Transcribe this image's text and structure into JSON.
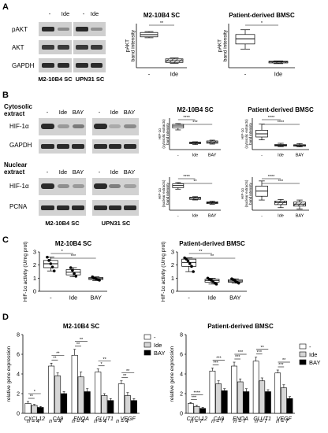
{
  "panels": {
    "A": {
      "letter": "A",
      "blot_cols": [
        "-",
        "Ide",
        "-",
        "Ide"
      ],
      "blot_rows": [
        "pAKT",
        "AKT",
        "GAPDH"
      ],
      "cell_lines": [
        "M2-10B4 SC",
        "UPN31 SC"
      ]
    },
    "B": {
      "letter": "B",
      "cyto_label": [
        "Cytosolic",
        "extract"
      ],
      "nuc_label": [
        "Nuclear",
        "extract"
      ],
      "blot_cols": [
        "-",
        "Ide",
        "BAY",
        "-",
        "Ide",
        "BAY"
      ],
      "cyto_rows": [
        "HIF-1α",
        "GAPDH"
      ],
      "nuc_rows": [
        "HIF-1α",
        "PCNA"
      ],
      "cell_lines": [
        "M2-10B4 SC",
        "UPN31 SC"
      ]
    },
    "C": {
      "letter": "C"
    },
    "D": {
      "letter": "D",
      "legend": [
        "-",
        "Ide",
        "BAY"
      ],
      "n_left": [
        "n = 4",
        "n = 4",
        "n = 4",
        "n = 4",
        "n = 4"
      ],
      "n_right": [
        "n = 7",
        "n = 7",
        "n = 7",
        "n = 7",
        "n = 7"
      ]
    }
  },
  "colors": {
    "ink": "#000000",
    "blot_bg": "#cfcfcf",
    "band": "#2a2a2a",
    "bar_mid": "#d6d6d6",
    "bar_high": "#000000"
  },
  "chart_data": [
    {
      "id": "A-left",
      "type": "box",
      "title": "M2-10B4 SC",
      "ylabel": "pAKT band intensity",
      "categories": [
        "-",
        "Ide"
      ],
      "boxes": [
        {
          "min": 0.68,
          "q1": 0.7,
          "median": 0.75,
          "q3": 0.8,
          "max": 0.82
        },
        {
          "min": 0.1,
          "q1": 0.12,
          "median": 0.16,
          "q3": 0.2,
          "max": 0.22
        }
      ],
      "ylim": [
        0,
        1
      ],
      "significance": [
        "**"
      ]
    },
    {
      "id": "A-right",
      "type": "box",
      "title": "Patient-derived BMSC",
      "ylabel": "pAKT band intensity",
      "categories": [
        "-",
        "Ide"
      ],
      "boxes": [
        {
          "min": 0.55,
          "q1": 0.7,
          "median": 0.85,
          "q3": 0.98,
          "max": 1.12
        },
        {
          "min": 0.12,
          "q1": 0.14,
          "median": 0.17,
          "q3": 0.19,
          "max": 0.2
        }
      ],
      "ylim": [
        0,
        1.3
      ],
      "significance": [
        "*"
      ]
    },
    {
      "id": "B-cyto-left",
      "type": "box",
      "title": "M2-10B4 SC",
      "ylabel": "HIF-1α (cytosolic extracts) band intensity",
      "categories": [
        "-",
        "Ide",
        "BAY"
      ],
      "boxes": [
        {
          "min": 0.5,
          "q1": 0.55,
          "median": 0.6,
          "q3": 0.64,
          "max": 0.66
        },
        {
          "min": 0.13,
          "q1": 0.15,
          "median": 0.17,
          "q3": 0.19,
          "max": 0.2
        },
        {
          "min": 0.14,
          "q1": 0.16,
          "median": 0.19,
          "q3": 0.22,
          "max": 0.24
        }
      ],
      "ylim": [
        0,
        0.8
      ],
      "significance": [
        "****",
        "***"
      ]
    },
    {
      "id": "B-cyto-right",
      "type": "box",
      "title": "Patient-derived BMSC",
      "ylabel": "HIF-1α (cytosolic extracts) band intensity",
      "categories": [
        "-",
        "Ide",
        "BAY"
      ],
      "boxes": [
        {
          "min": 0.4,
          "q1": 0.52,
          "median": 0.65,
          "q3": 0.8,
          "max": 1.05
        },
        {
          "min": 0.12,
          "q1": 0.15,
          "median": 0.18,
          "q3": 0.21,
          "max": 0.26
        },
        {
          "min": 0.11,
          "q1": 0.14,
          "median": 0.17,
          "q3": 0.2,
          "max": 0.25
        }
      ],
      "ylim": [
        0,
        1.3
      ],
      "significance": [
        "****",
        "****"
      ]
    },
    {
      "id": "B-nuc-left",
      "type": "box",
      "title": "",
      "ylabel": "HIF-1α (nuclear extracts) band intensity",
      "categories": [
        "-",
        "Ide",
        "BAY"
      ],
      "boxes": [
        {
          "min": 0.7,
          "q1": 0.75,
          "median": 0.82,
          "q3": 0.88,
          "max": 0.92
        },
        {
          "min": 0.34,
          "q1": 0.36,
          "median": 0.4,
          "q3": 0.43,
          "max": 0.45
        },
        {
          "min": 0.2,
          "q1": 0.22,
          "median": 0.25,
          "q3": 0.28,
          "max": 0.3
        }
      ],
      "ylim": [
        0,
        1.1
      ],
      "significance": [
        "****",
        "**"
      ]
    },
    {
      "id": "B-nuc-right",
      "type": "box",
      "title": "",
      "ylabel": "HIF-1α (nuclear extracts) band intensity",
      "categories": [
        "-",
        "Ide",
        "BAY"
      ],
      "boxes": [
        {
          "min": 0.4,
          "q1": 0.55,
          "median": 0.75,
          "q3": 0.95,
          "max": 1.15
        },
        {
          "min": 0.1,
          "q1": 0.22,
          "median": 0.3,
          "q3": 0.36,
          "max": 0.42
        },
        {
          "min": 0.05,
          "q1": 0.16,
          "median": 0.24,
          "q3": 0.32,
          "max": 0.4
        }
      ],
      "ylim": [
        0,
        1.3
      ],
      "significance": [
        "****",
        "***"
      ]
    },
    {
      "id": "C-left",
      "type": "box",
      "title": "M2-10B4 SC",
      "ylabel": "HIF-1α activity (U/mg prot)",
      "categories": [
        "-",
        "Ide",
        "BAY"
      ],
      "yticks": [
        0,
        1,
        2,
        3
      ],
      "ylim": [
        0,
        3
      ],
      "boxes": [
        {
          "min": 1.55,
          "q1": 1.8,
          "median": 2.1,
          "q3": 2.35,
          "max": 2.6
        },
        {
          "min": 1.1,
          "q1": 1.25,
          "median": 1.45,
          "q3": 1.65,
          "max": 1.8
        },
        {
          "min": 0.82,
          "q1": 0.9,
          "median": 0.97,
          "q3": 1.05,
          "max": 1.1
        }
      ],
      "points": [
        [
          2.6,
          2.35,
          2.1,
          1.85,
          1.55
        ],
        [
          1.8,
          1.6,
          1.35,
          1.15
        ],
        [
          1.1,
          1.0,
          0.95,
          0.9,
          0.85
        ]
      ],
      "significance": [
        "*",
        "***"
      ]
    },
    {
      "id": "C-right",
      "type": "box",
      "title": "Patient-derived BMSC",
      "ylabel": "HIF-1α activity (U/mg prot)",
      "categories": [
        "-",
        "Ide",
        "BAY"
      ],
      "yticks": [
        0,
        1,
        2,
        3
      ],
      "ylim": [
        0,
        3
      ],
      "boxes": [
        {
          "min": 1.5,
          "q1": 1.9,
          "median": 2.2,
          "q3": 2.45,
          "max": 2.55
        },
        {
          "min": 0.55,
          "q1": 0.7,
          "median": 0.82,
          "q3": 0.92,
          "max": 1.0
        },
        {
          "min": 0.62,
          "q1": 0.7,
          "median": 0.78,
          "q3": 0.88,
          "max": 0.95
        }
      ],
      "points": [
        [
          2.55,
          2.45,
          2.3,
          2.1,
          1.9,
          1.5
        ],
        [
          1.0,
          0.92,
          0.85,
          0.75,
          0.62,
          0.55
        ],
        [
          0.95,
          0.88,
          0.78,
          0.7,
          0.62
        ]
      ],
      "significance": [
        "**",
        "**"
      ]
    },
    {
      "id": "D-left",
      "type": "bar",
      "title": "M2-10B4 SC",
      "ylabel": "relative gene expression",
      "categories": [
        "CXCL12",
        "CA9",
        "ENOA",
        "GLUT1",
        "VEGF"
      ],
      "yticks": [
        0,
        2,
        4,
        6,
        8
      ],
      "ylim": [
        0,
        8
      ],
      "series": [
        {
          "name": "-",
          "values": [
            1.0,
            4.8,
            5.9,
            4.2,
            3.0
          ]
        },
        {
          "name": "Ide",
          "values": [
            0.8,
            3.8,
            3.7,
            1.8,
            1.8
          ]
        },
        {
          "name": "BAY",
          "values": [
            0.6,
            2.0,
            2.2,
            1.3,
            1.3
          ]
        }
      ],
      "errors": [
        [
          0.2,
          0.3,
          0.6,
          0.3,
          0.3
        ],
        [
          0.1,
          0.3,
          0.5,
          0.2,
          0.3
        ],
        [
          0.1,
          0.2,
          0.3,
          0.2,
          0.2
        ]
      ],
      "significance": [
        [
          "**",
          "*"
        ],
        [
          "**",
          "**"
        ],
        [
          "**",
          "**"
        ],
        [
          "*",
          "**"
        ],
        [
          "**",
          "**"
        ]
      ]
    },
    {
      "id": "D-right",
      "type": "bar",
      "title": "Patient-derived BMSC",
      "ylabel": "relative gene expression",
      "categories": [
        "CXCL12",
        "CA9",
        "ENOA",
        "GLUT1",
        "VEGF"
      ],
      "yticks": [
        0,
        2,
        4,
        6,
        8
      ],
      "ylim": [
        0,
        8
      ],
      "series": [
        {
          "name": "-",
          "values": [
            1.0,
            4.3,
            4.8,
            5.3,
            4.1
          ]
        },
        {
          "name": "Ide",
          "values": [
            0.7,
            3.0,
            3.2,
            3.3,
            2.6
          ]
        },
        {
          "name": "BAY",
          "values": [
            0.5,
            2.3,
            2.2,
            2.2,
            1.5
          ]
        }
      ],
      "errors": [
        [
          0.1,
          0.3,
          0.4,
          0.4,
          0.3
        ],
        [
          0.1,
          0.3,
          0.3,
          0.3,
          0.3
        ],
        [
          0.1,
          0.2,
          0.3,
          0.2,
          0.2
        ]
      ],
      "significance": [
        [
          "***",
          "****"
        ],
        [
          "***",
          "***"
        ],
        [
          "***",
          "***"
        ],
        [
          "***",
          "**"
        ],
        [
          "***",
          "**"
        ]
      ]
    }
  ]
}
